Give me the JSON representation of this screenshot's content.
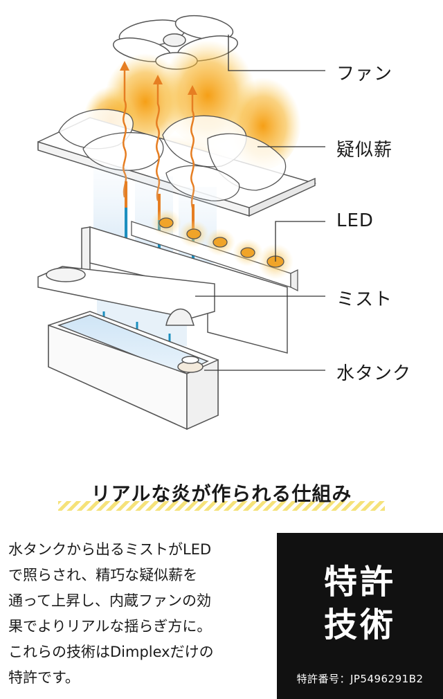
{
  "diagram": {
    "labels": {
      "fan": "ファン",
      "logs": "疑似薪",
      "led": "LED",
      "mist": "ミスト",
      "tank": "水タンク"
    },
    "colors": {
      "flame": "#f5a623",
      "mist": "#bcd9f0",
      "water": "#dcecf8",
      "rod": "#1c8fbf",
      "line": "#333333"
    }
  },
  "heading": "リアルな炎が作られる仕組み",
  "description": "水タンクから出るミストがLED\nで照らされ、精巧な疑似薪を\n通って上昇し、内蔵ファンの効\n果でよりリアルな揺らぎ方に。\nこれらの技術はDimplexだけの\n特許です。",
  "patent": {
    "title": "特許\n技術",
    "number": "特許番号：JP5496291B2"
  }
}
